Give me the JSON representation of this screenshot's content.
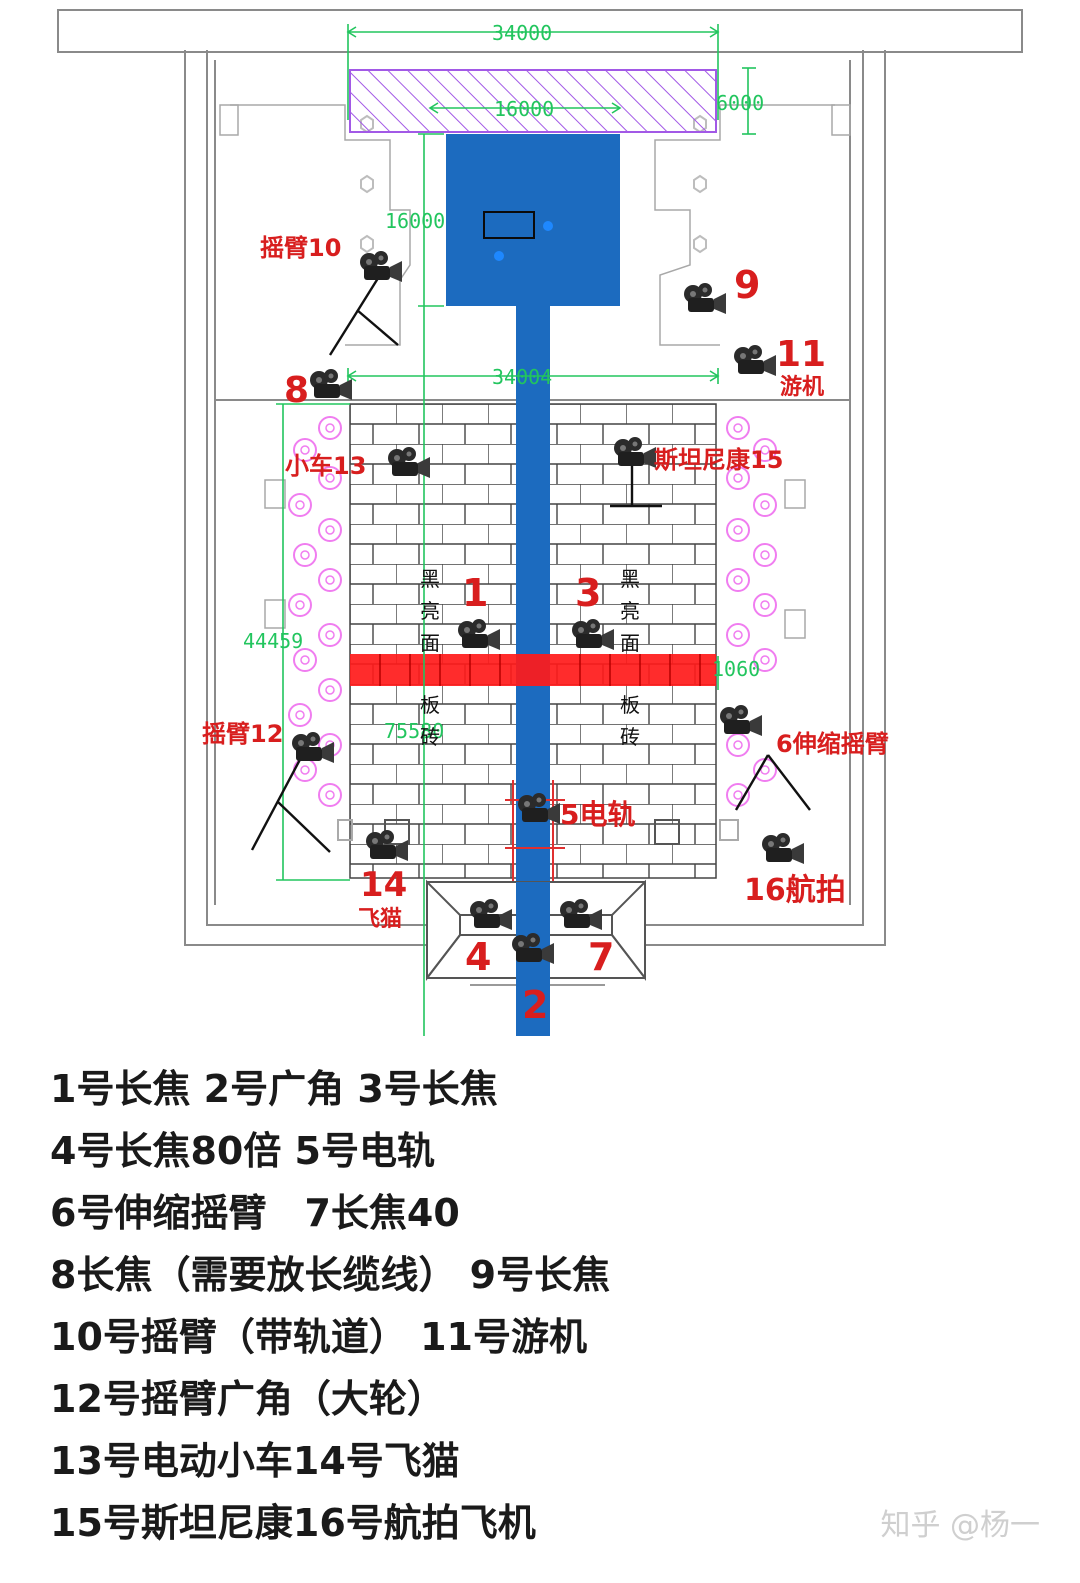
{
  "dimensions": {
    "top_width": "34000",
    "stage_width": "16000",
    "stage_depth": "6000",
    "runway_len": "16000",
    "floor_width": "34004",
    "side_depth": "44459",
    "center_len": "75580",
    "red_band": "1060"
  },
  "floor_note": [
    "黑",
    "亮",
    "面",
    "板",
    "砖"
  ],
  "cameras": [
    {
      "id": "1",
      "label": "1"
    },
    {
      "id": "2",
      "label": "2"
    },
    {
      "id": "3",
      "label": "3"
    },
    {
      "id": "4",
      "label": "4"
    },
    {
      "id": "5",
      "label": "5电轨"
    },
    {
      "id": "6",
      "label": "6伸缩摇臂"
    },
    {
      "id": "7",
      "label": "7"
    },
    {
      "id": "8",
      "label": "8"
    },
    {
      "id": "9",
      "label": "9"
    },
    {
      "id": "10",
      "label": "摇臂10"
    },
    {
      "id": "11",
      "label": "11"
    },
    {
      "id": "11b",
      "label": "游机"
    },
    {
      "id": "12",
      "label": "摇臂12"
    },
    {
      "id": "13",
      "label": "小车13"
    },
    {
      "id": "14",
      "label": "14"
    },
    {
      "id": "14b",
      "label": "飞猫"
    },
    {
      "id": "15",
      "label": "斯坦尼康15"
    },
    {
      "id": "16",
      "label": "16航拍"
    }
  ],
  "legend": [
    "1号长焦 2号广角 3号长焦",
    "4号长焦80倍 5号电轨",
    "6号伸缩摇臂　7长焦40",
    "8长焦（需要放长缆线） 9号长焦",
    "10号摇臂（带轨道） 11号游机",
    "12号摇臂广角（大轮）",
    "13号电动小车14号飞猫",
    "15号斯坦尼康16号航拍飞机"
  ],
  "watermark": "知乎 @杨一",
  "colors": {
    "runway": "#1c6bbf",
    "dimension": "#22c55e",
    "label": "#d81e1e",
    "band": "#ff1a1a",
    "hatch": "#a259e6",
    "tables": "#f07df0"
  }
}
